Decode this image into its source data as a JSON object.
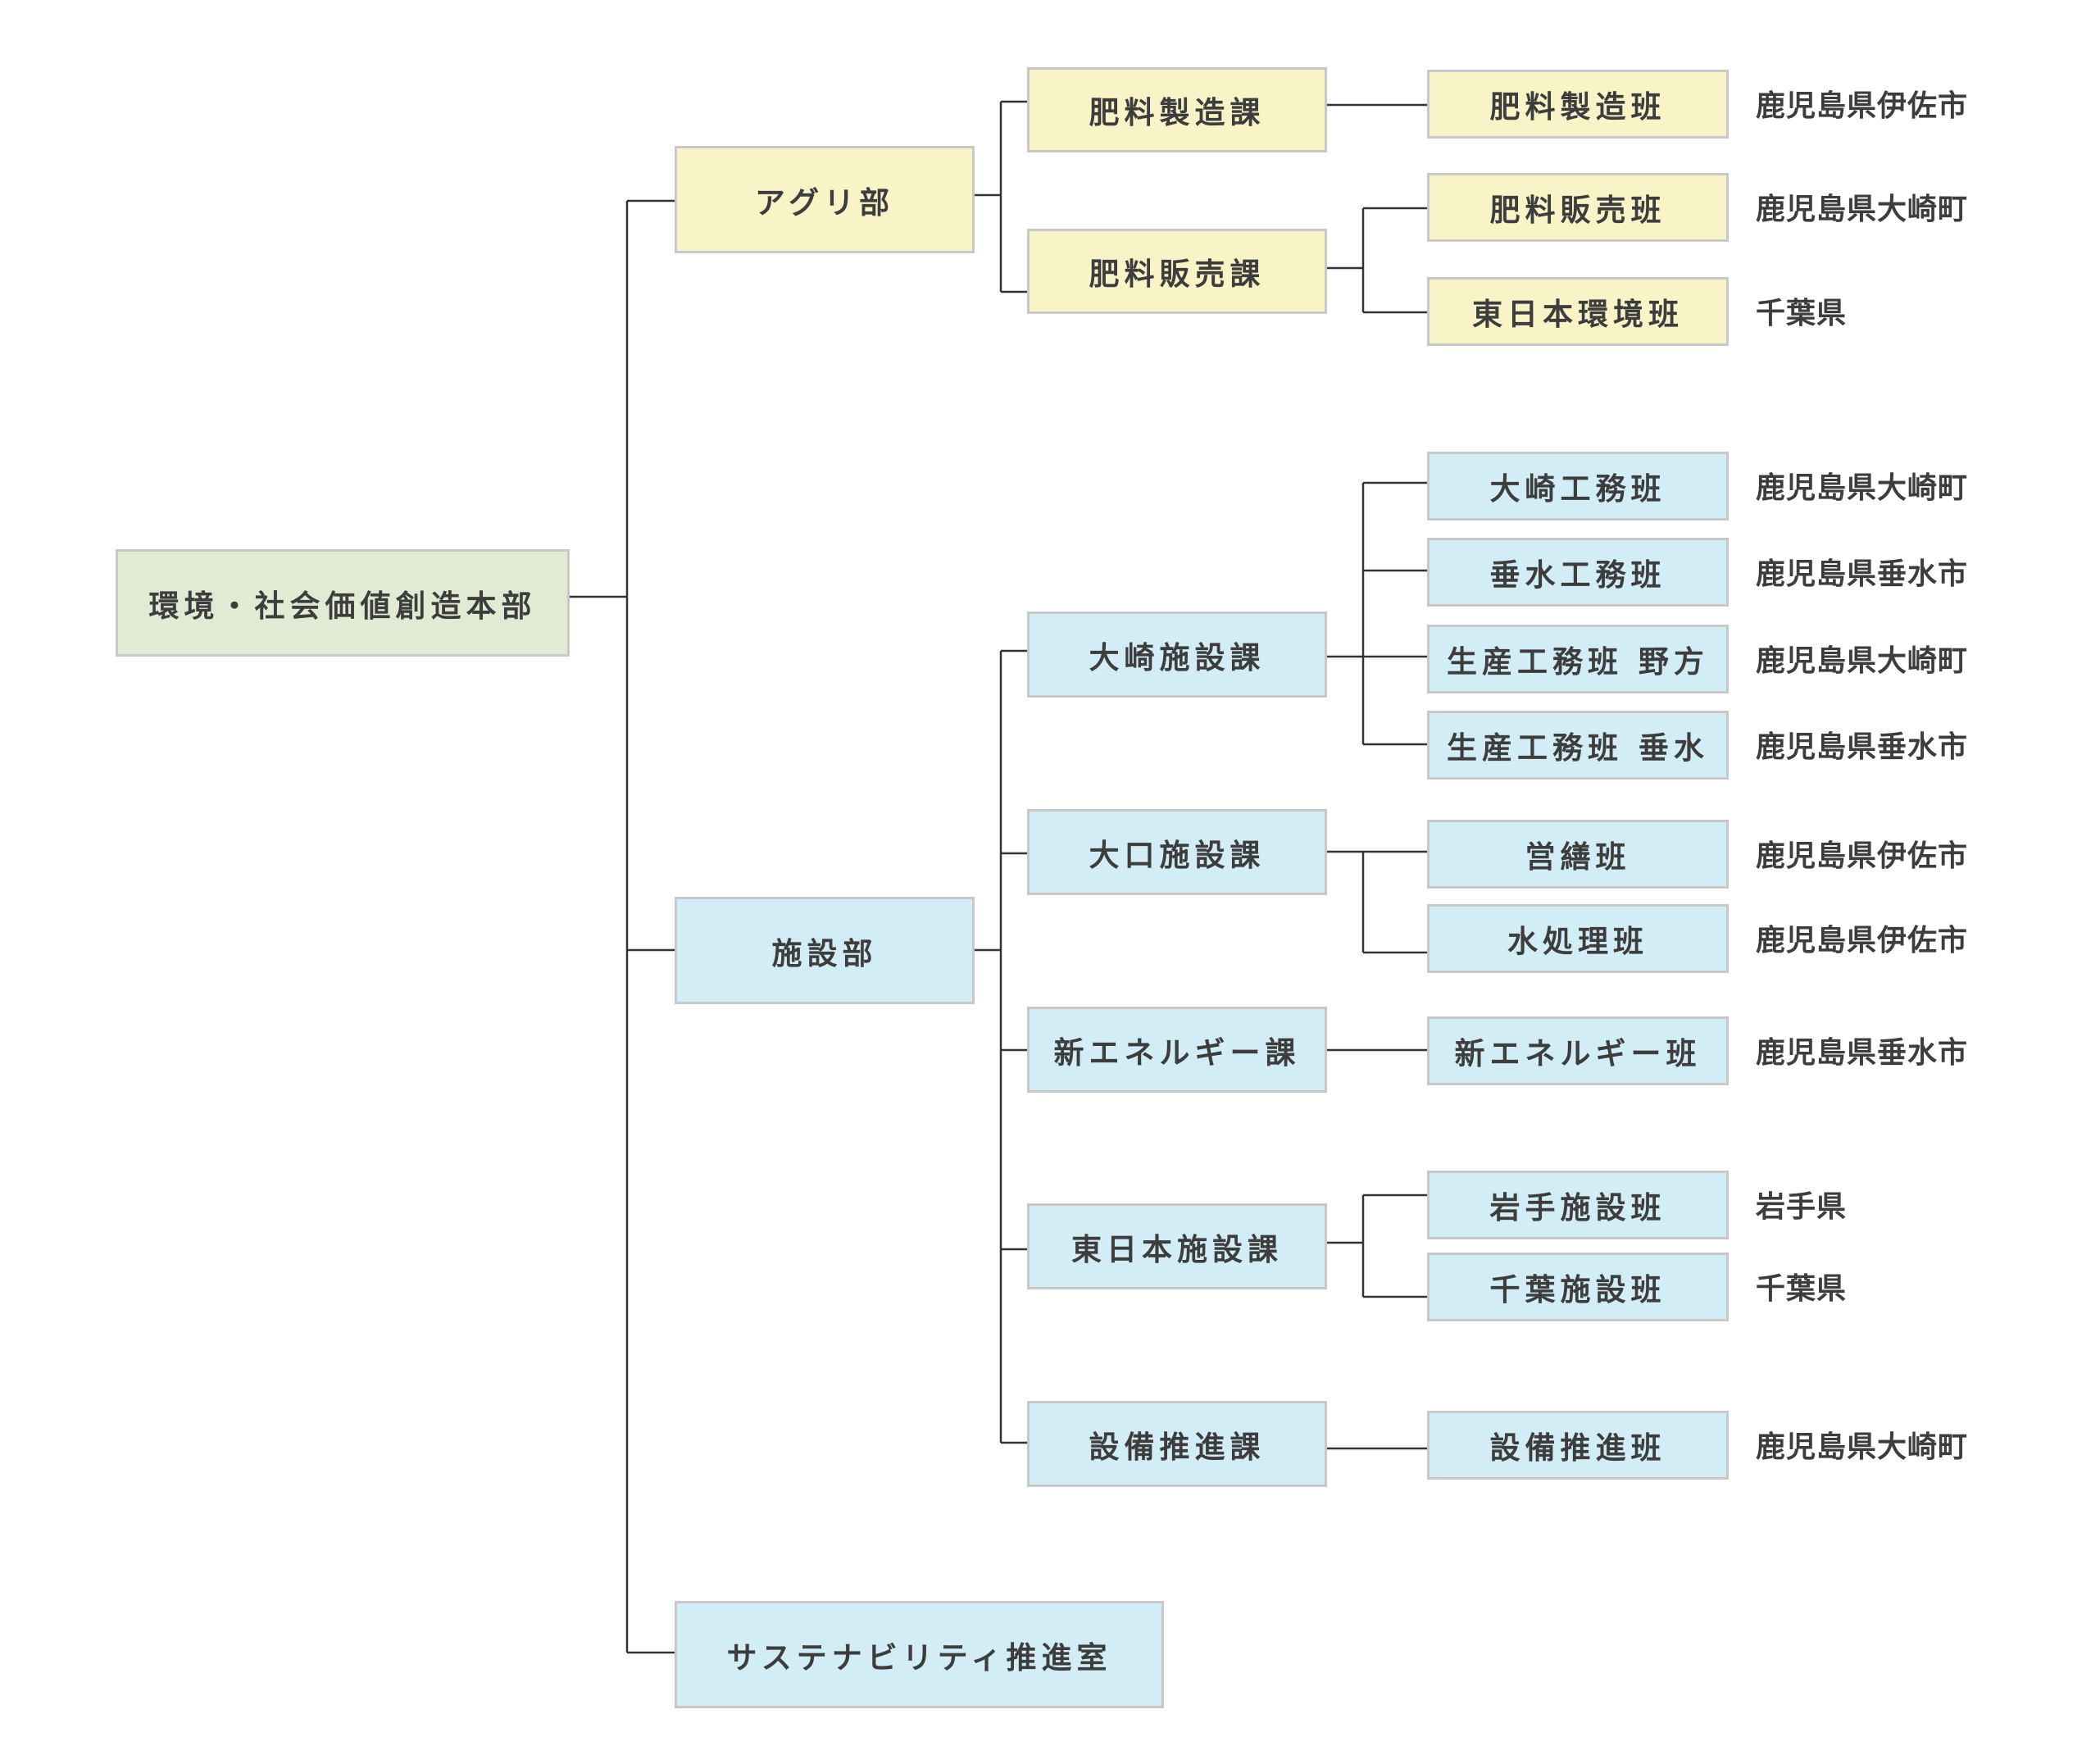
{
  "colors": {
    "root": "#e1ebd3",
    "agri": "#f8f4c7",
    "shisetsu": "#d3edf6",
    "border": "#c8c8c8",
    "line": "#333333",
    "text": "#3d3d3d"
  },
  "root": {
    "label": "環境・社会価値創造本部"
  },
  "departments": [
    {
      "label": "アグリ部",
      "sections": [
        {
          "label": "肥料製造課",
          "teams": [
            {
              "label": "肥料製造班",
              "location": "鹿児島県伊佐市"
            }
          ]
        },
        {
          "label": "肥料販売課",
          "teams": [
            {
              "label": "肥料販売班",
              "location": "鹿児島県大崎町"
            },
            {
              "label": "東日本環境班",
              "location": "千葉県"
            }
          ]
        }
      ]
    },
    {
      "label": "施設部",
      "sections": [
        {
          "label": "大崎施設課",
          "teams": [
            {
              "label": "大崎工務班",
              "location": "鹿児島県大崎町"
            },
            {
              "label": "垂水工務班",
              "location": "鹿児島県垂水市"
            },
            {
              "label": "生産工務班 野方",
              "location": "鹿児島県大崎町"
            },
            {
              "label": "生産工務班 垂水",
              "location": "鹿児島県垂水市"
            }
          ]
        },
        {
          "label": "大口施設課",
          "teams": [
            {
              "label": "営繕班",
              "location": "鹿児島県伊佐市"
            },
            {
              "label": "水処理班",
              "location": "鹿児島県伊佐市"
            }
          ]
        },
        {
          "label": "新エネルギー課",
          "teams": [
            {
              "label": "新エネルギー班",
              "location": "鹿児島県垂水市"
            }
          ]
        },
        {
          "label": "東日本施設課",
          "teams": [
            {
              "label": "岩手施設班",
              "location": "岩手県"
            },
            {
              "label": "千葉施設班",
              "location": "千葉県"
            }
          ]
        },
        {
          "label": "設備推進課",
          "teams": [
            {
              "label": "設備推進班",
              "location": "鹿児島県大崎町"
            }
          ]
        }
      ]
    },
    {
      "label": "サステナビリティ推進室",
      "sections": []
    }
  ]
}
